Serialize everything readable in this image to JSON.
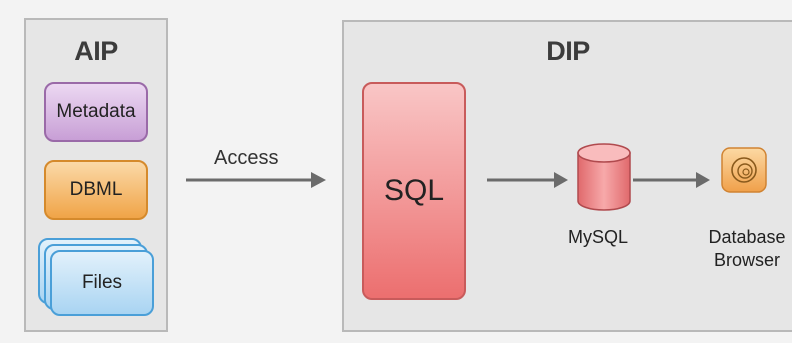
{
  "aip": {
    "title": "AIP",
    "items": [
      "Metadata",
      "DBML",
      "Files"
    ]
  },
  "access_label": "Access",
  "dip": {
    "title": "DIP",
    "sql_label": "SQL",
    "mysql_label": "MySQL",
    "browser_label_line1": "Database",
    "browser_label_line2": "Browser"
  },
  "icons": {
    "mysql": "database-cylinder-icon",
    "browser": "browser-swirl-icon",
    "arrow": "arrow-right-icon"
  },
  "colors": {
    "metadata": "#c89fd6",
    "dbml": "#f0a447",
    "files": "#a9d4f2",
    "sql": "#ec6f6f",
    "mysql": "#f08888",
    "browser": "#f3a94c"
  }
}
